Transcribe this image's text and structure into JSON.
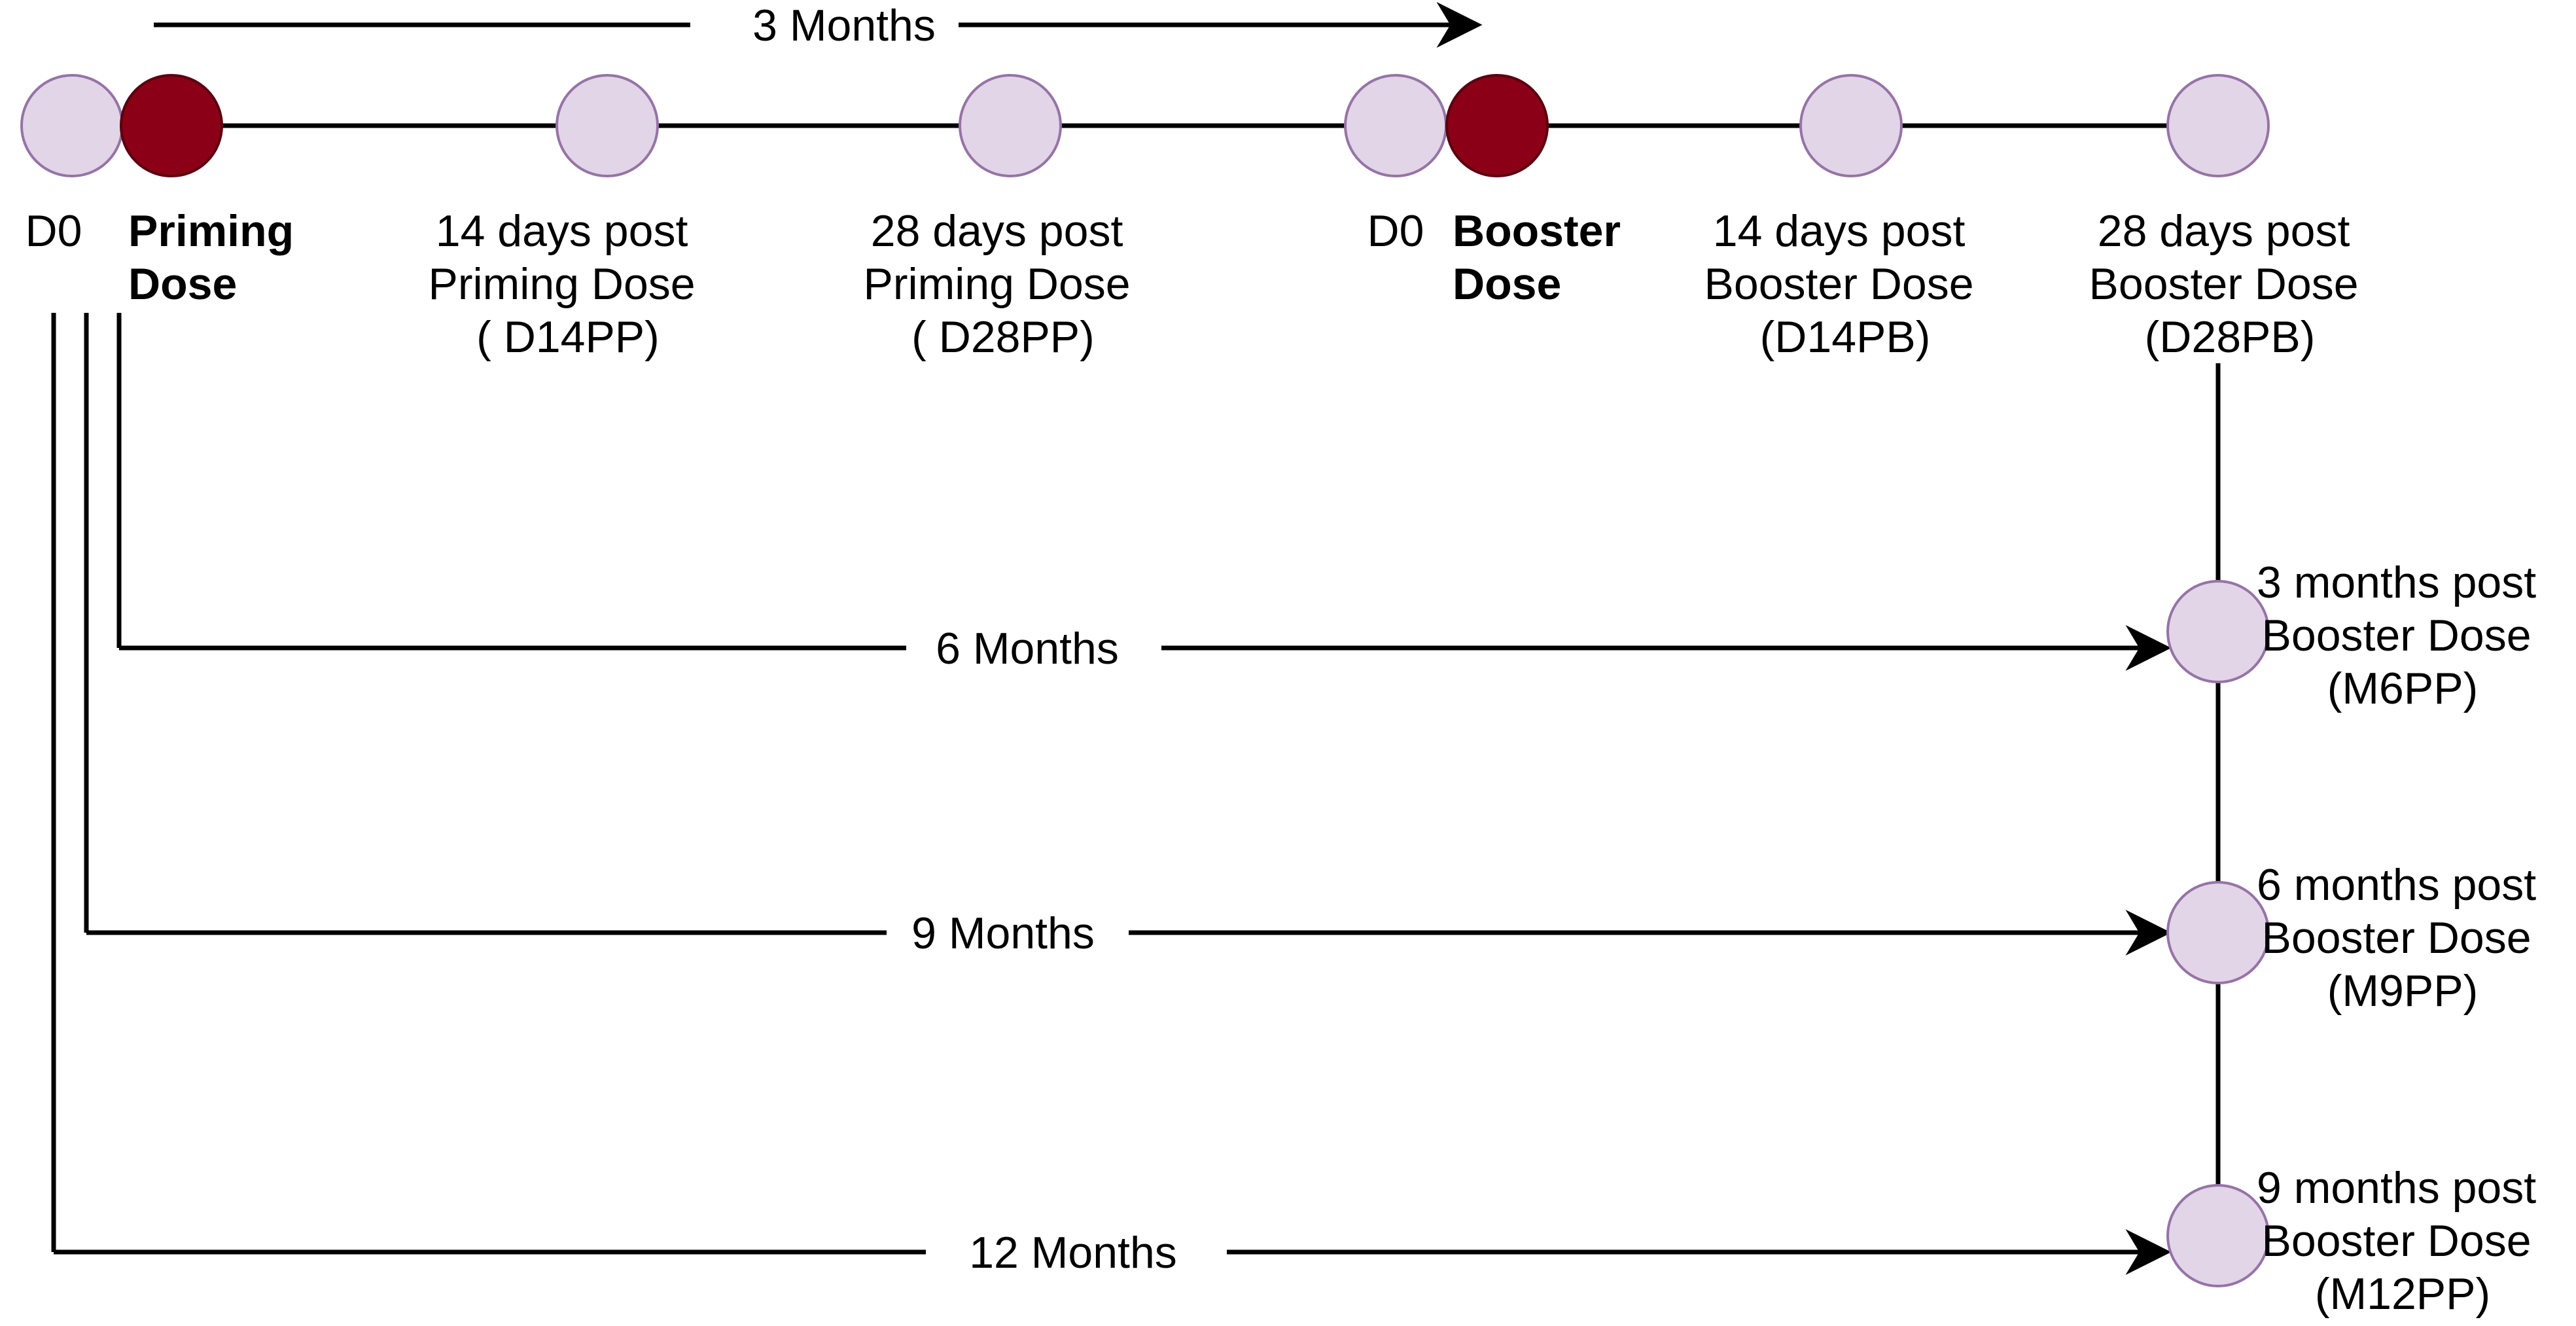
{
  "diagram": {
    "top_interval_label": "3 Months",
    "timeline_nodes": [
      {
        "id": "d0-prime",
        "kind": "light",
        "lines": [
          "D0"
        ],
        "bold": false
      },
      {
        "id": "priming-dose",
        "kind": "dark",
        "lines": [
          "Priming",
          "Dose"
        ],
        "bold": true
      },
      {
        "id": "d14pp",
        "kind": "light",
        "lines": [
          "14 days post",
          "Priming Dose",
          "( D14PP)"
        ],
        "bold": false
      },
      {
        "id": "d28pp",
        "kind": "light",
        "lines": [
          "28 days post",
          "Priming Dose",
          "( D28PP)"
        ],
        "bold": false
      },
      {
        "id": "d0-boost",
        "kind": "light",
        "lines": [
          "D0"
        ],
        "bold": false
      },
      {
        "id": "booster-dose",
        "kind": "dark",
        "lines": [
          "Booster",
          "Dose"
        ],
        "bold": true
      },
      {
        "id": "d14pb",
        "kind": "light",
        "lines": [
          "14 days post",
          "Booster Dose",
          "(D14PB)"
        ],
        "bold": false
      },
      {
        "id": "d28pb",
        "kind": "light",
        "lines": [
          "28 days post",
          "Booster Dose",
          "(D28PB)"
        ],
        "bold": false
      }
    ],
    "followup_nodes": [
      {
        "id": "m6pp",
        "interval_label": "6 Months",
        "lines": [
          "3 months post",
          "Booster Dose",
          "(M6PP)"
        ]
      },
      {
        "id": "m9pp",
        "interval_label": "9 Months",
        "lines": [
          "6 months post",
          "Booster Dose",
          "(M9PP)"
        ]
      },
      {
        "id": "m12pp",
        "interval_label": "12 Months",
        "lines": [
          "9 months post",
          "Booster Dose",
          "(M12PP)"
        ]
      }
    ],
    "colors": {
      "node_light_fill": "#e1d5e7",
      "node_light_stroke": "#9673a6",
      "node_dark_fill": "#8b0017",
      "line": "#000000"
    }
  }
}
